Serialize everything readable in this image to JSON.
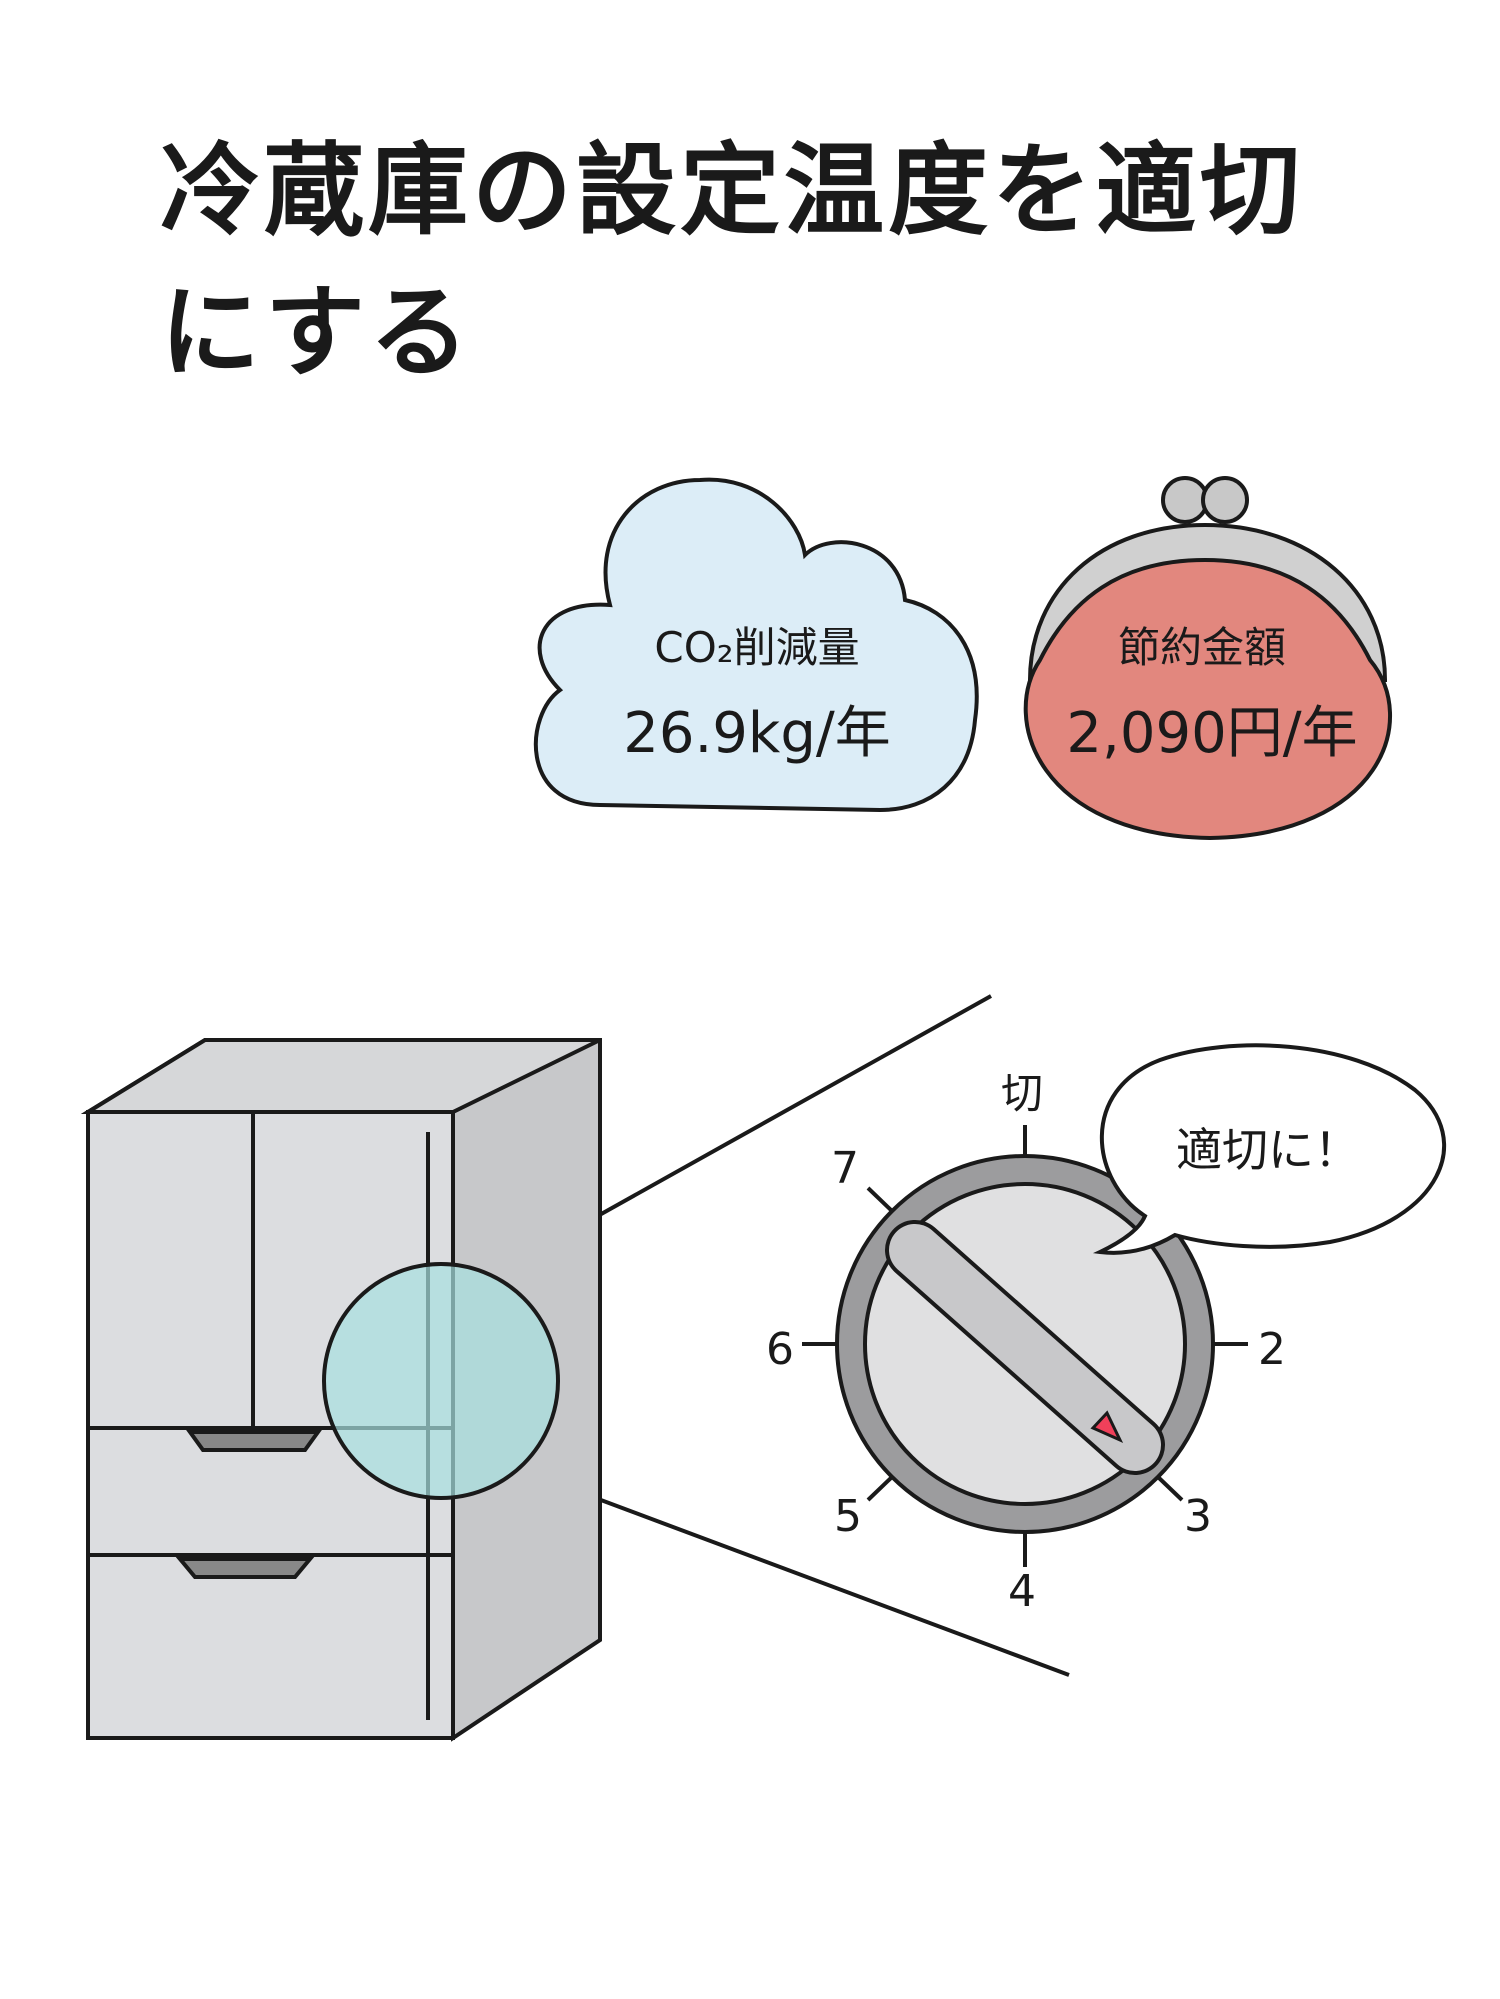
{
  "title": {
    "line1": "冷蔵庫の設定温度を適切",
    "line2": "にする"
  },
  "co2": {
    "label": "CO₂削減量",
    "value": "26.9kg/年",
    "color": "#dcedf7"
  },
  "savings": {
    "label": "節約金額",
    "value": "2,090円/年",
    "color": "#e2877e"
  },
  "dial": {
    "labels": {
      "off": "切",
      "n2": "2",
      "n3": "3",
      "n4": "4",
      "n5": "5",
      "n6": "6",
      "n7": "7"
    },
    "speech": "適切に！",
    "pointer_color": "#f0405a"
  }
}
